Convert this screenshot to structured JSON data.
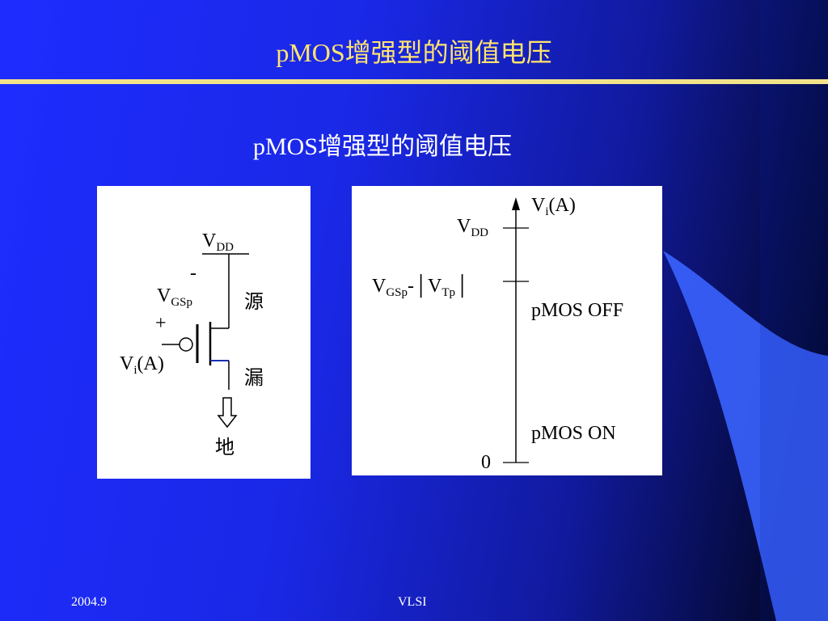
{
  "slide": {
    "title": "pMOS增强型的阈值电压",
    "subtitle": "pMOS增强型的阈值电压",
    "footer_left": "2004.9",
    "footer_center": "VLSI",
    "colors": {
      "title": "#ffe36e",
      "rule": "#f2e38a",
      "background": "#1e2cff"
    }
  },
  "circuit": {
    "vdd": {
      "main": "V",
      "sub": "DD"
    },
    "minus": "-",
    "vgsp": {
      "main": "V",
      "sub": "GSp"
    },
    "plus": "+",
    "vi": {
      "main": "V",
      "sub": "i",
      "suffix": "(A)"
    },
    "source_label": "源",
    "drain_label": "漏",
    "ground_label": "地"
  },
  "voltage_axis": {
    "axis_label": {
      "main": "V",
      "sub": "i",
      "suffix": "(A)"
    },
    "vdd": {
      "main": "V",
      "sub": "DD"
    },
    "threshold": {
      "main": "V",
      "sub": "GSp",
      "middle": "-│V",
      "sub2": "Tp",
      "suffix": "│"
    },
    "off_label": "pMOS OFF",
    "on_label": "pMOS ON",
    "zero": "0"
  }
}
